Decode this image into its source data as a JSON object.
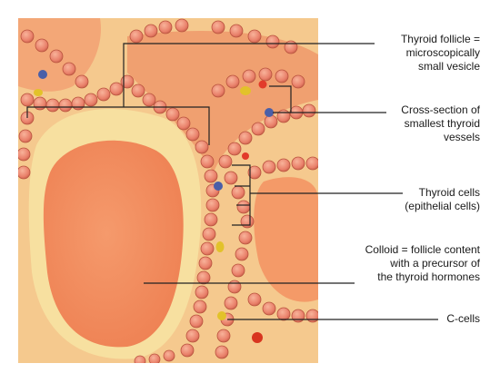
{
  "labels": {
    "follicle": [
      "Thyroid follicle =",
      "microscopically",
      "small vesicle"
    ],
    "vessels": [
      "Cross-section of",
      "smallest thyroid",
      "vessels"
    ],
    "cells": [
      "Thyroid cells",
      "(epithelial cells)"
    ],
    "colloid": [
      "Colloid = follicle content",
      "with a precursor of",
      "the thyroid hormones"
    ],
    "ccells": [
      "C-cells"
    ]
  },
  "colors": {
    "background": "#ffffff",
    "tissue": "#f5c98e",
    "colloid": "#f08a5c",
    "epithelium": "#e9806a",
    "blood_cell": "#e23b2a",
    "blue_cell": "#4a5fa8",
    "c_cell": "#e2c22a",
    "leader_line": "#222222"
  }
}
